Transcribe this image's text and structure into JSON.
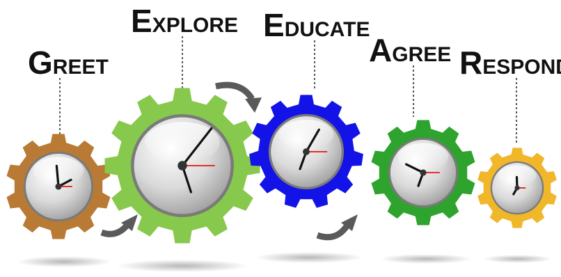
{
  "steps": [
    {
      "id": "greet",
      "initial": "G",
      "rest": "REET",
      "color": "#B87A35"
    },
    {
      "id": "explore",
      "initial": "E",
      "rest": "XPLORE",
      "color": "#86C94C"
    },
    {
      "id": "educate",
      "initial": "E",
      "rest": "DUCATE",
      "color": "#1313E8"
    },
    {
      "id": "agree",
      "initial": "A",
      "rest": "GREE",
      "color": "#2EA32E"
    },
    {
      "id": "respond",
      "initial": "R",
      "rest": "ESPOND",
      "color": "#F0B72A"
    }
  ],
  "colors": {
    "arrow": "#5A5A5A",
    "clock_face": "#D4D4D4",
    "hand": "#111111",
    "second_hand": "#E0302A"
  }
}
